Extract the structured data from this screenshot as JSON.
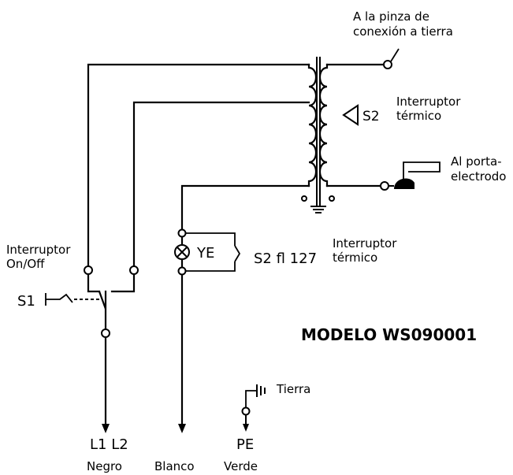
{
  "labels": {
    "clamp_line1": "A la pinza de",
    "clamp_line2": "conexión a tierra",
    "thermal_top_line1": "Interruptor",
    "thermal_top_line2": "térmico",
    "s2_top": "S2",
    "holder_line1": "Al porta-",
    "holder_line2": "electrodo",
    "onoff_line1": "Interruptor",
    "onoff_line2": "On/Off",
    "ye": "YE",
    "s2_fl": "S2 fl 127",
    "thermal_mid_line1": "Interruptor",
    "thermal_mid_line2": "térmico",
    "s1": "S1",
    "model": "MODELO WS090001",
    "tierra": "Tierra",
    "l1l2": "L1 L2",
    "pe": "PE",
    "negro": "Negro",
    "blanco": "Blanco",
    "verde": "Verde"
  }
}
